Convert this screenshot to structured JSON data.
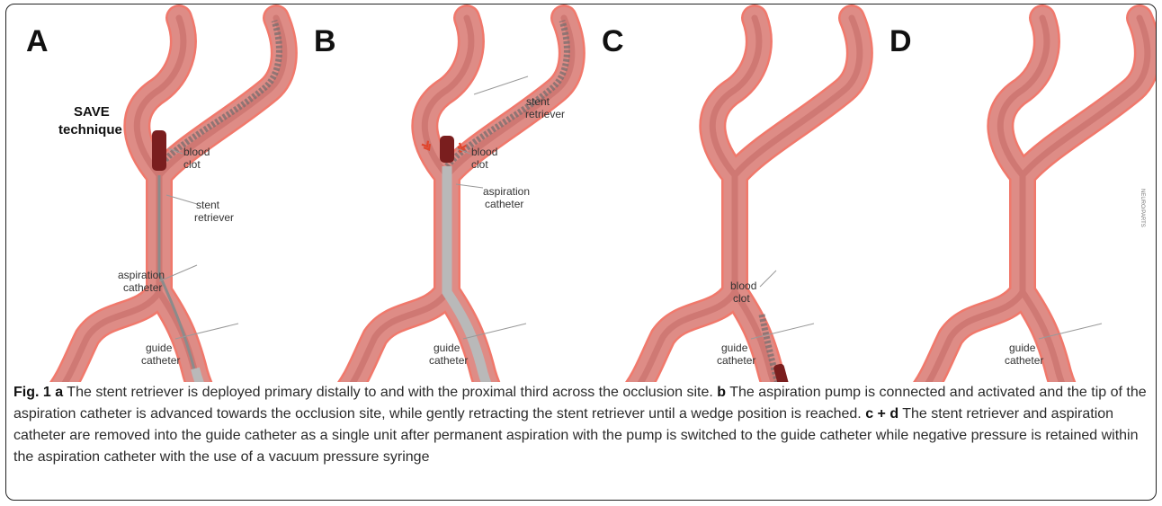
{
  "figure": {
    "panel_labels": [
      "A",
      "B",
      "C",
      "D"
    ],
    "panel_a": {
      "technique_line1": "SAVE",
      "technique_line2": "technique",
      "blood_clot": [
        "blood",
        "clot"
      ],
      "stent_retriever": [
        "stent",
        "retriever"
      ],
      "aspiration_catheter": [
        "aspiration",
        "catheter"
      ],
      "guide_catheter": [
        "guide",
        "catheter"
      ]
    },
    "panel_b": {
      "stent_retriever": [
        "stent",
        "retriever"
      ],
      "blood_clot": [
        "blood",
        "clot"
      ],
      "aspiration_catheter": [
        "aspiration",
        "catheter"
      ],
      "guide_catheter": [
        "guide",
        "catheter"
      ]
    },
    "panel_c": {
      "blood_clot": [
        "blood",
        "clot"
      ],
      "guide_catheter": [
        "guide",
        "catheter"
      ]
    },
    "panel_d": {
      "guide_catheter": [
        "guide",
        "catheter"
      ]
    },
    "credit": "NEURO/PARTS"
  },
  "caption": {
    "fig_label": "Fig. 1",
    "a_label": "a",
    "a_text": " The stent retriever is deployed primary distally to and with the proximal third across the occlusion site. ",
    "b_label": "b",
    "b_text": " The aspiration pump is connected and activated and the tip of the aspiration catheter is advanced towards the occlusion site, while gently retracting the stent retriever until a wedge position is reached. ",
    "cd_label": "c + d",
    "cd_text": " The stent retriever and aspiration catheter are removed into the guide catheter as a single unit after permanent aspiration with the pump is switched to the guide catheter while negative pressure is retained within the aspiration catheter with the use of a vacuum pressure syringe"
  },
  "colors": {
    "vessel_outline": "#e8503f",
    "vessel_fill": "#de8c86",
    "vessel_core": "#c9706c",
    "catheter": "#b9b9b9",
    "guide_catheter": "#9fb3c6",
    "clot": "#7a1e1e",
    "arrow": "#e0452c"
  }
}
